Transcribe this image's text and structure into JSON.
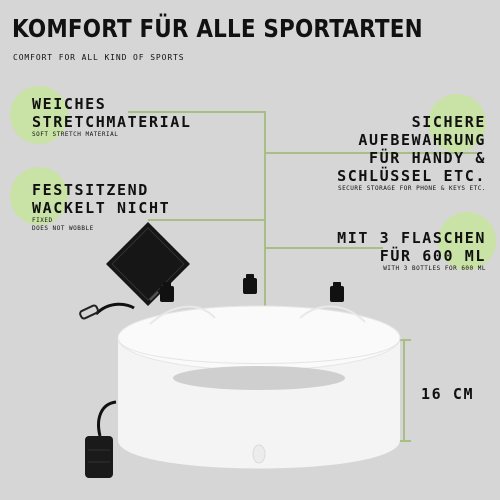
{
  "header": {
    "title": "KOMFORT FÜR ALLE SPORTARTEN",
    "subtitle": "COMFORT FOR ALL KIND OF SPORTS"
  },
  "features": {
    "stretch": {
      "lines": [
        "WEICHES",
        "STRETCHMATERIAL"
      ],
      "translation": "SOFT STRETCH MATERIAL"
    },
    "fit": {
      "lines": [
        "FESTSITZEND",
        "WACKELT NICHT"
      ],
      "translation_lines": [
        "FIXED",
        "DOES NOT WOBBLE"
      ]
    },
    "storage": {
      "lines": [
        "SICHERE",
        "AUFBEWAHRUNG",
        "FÜR HANDY &",
        "SCHLÜSSEL ETC."
      ],
      "translation": "SECURE STORAGE FOR PHONE & KEYS ETC."
    },
    "bottles": {
      "lines": [
        "MIT 3 FLASCHEN",
        "FÜR 600 ML"
      ],
      "translation": "WITH 3 BOTTLES FOR 600 ML"
    }
  },
  "dimension": {
    "height_label": "16 CM"
  },
  "product": {
    "name": "running belt with bottles",
    "belt_color": "#f4f4f4",
    "accent_color": "#c9e2a6"
  }
}
